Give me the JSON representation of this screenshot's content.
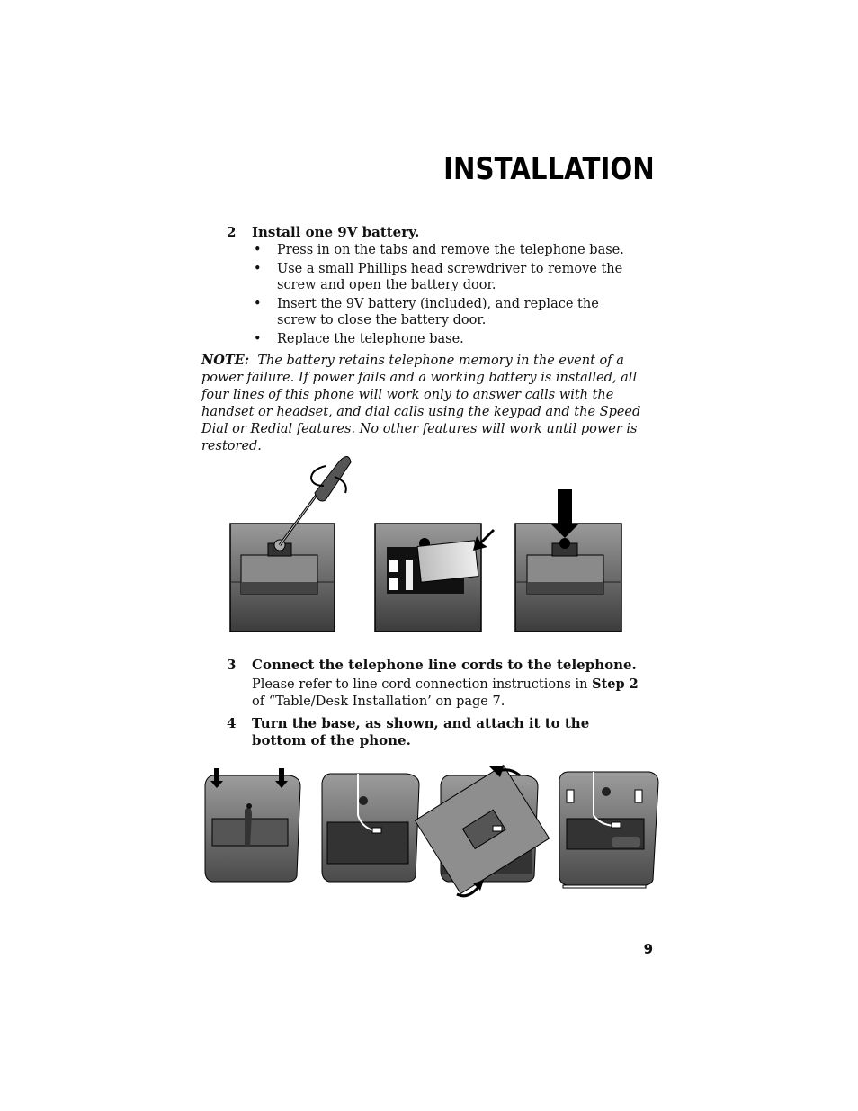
{
  "header": {
    "title": "INSTALLATION"
  },
  "step2": {
    "number": "2",
    "title": "Install one 9V battery.",
    "bullets": [
      "Press in on the tabs and remove the telephone base.",
      "Use a small Phillips head screwdriver to remove the screw and open the battery door.",
      "Insert the 9V battery (included), and replace the screw to close the battery door.",
      "Replace the telephone base."
    ]
  },
  "note": {
    "label": "NOTE:",
    "text": "The battery retains telephone memory in the event of a power failure.  If power fails and a working battery is installed, all four lines of this phone will work only to answer calls with the handset or headset, and dial calls using the keypad and the Speed Dial or Redial features. No other features will work until power is restored."
  },
  "step3": {
    "number": "3",
    "title": "Connect the telephone line cords to the telephone.",
    "text_before": "Please refer to line cord connection instructions in ",
    "text_bold": "Step 2",
    "text_after": " of “Table/Desk Installation’ on page 7."
  },
  "step4": {
    "number": "4",
    "title": "Turn the base, as shown, and attach it to the bottom of the phone."
  },
  "footer": {
    "page_number": "9"
  }
}
